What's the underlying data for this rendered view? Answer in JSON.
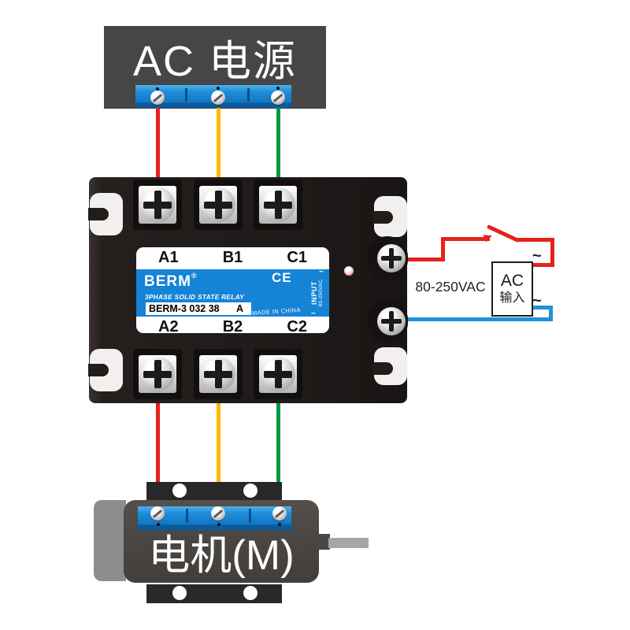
{
  "power": {
    "label": "AC 电源"
  },
  "relay": {
    "terminals_top": [
      "A1",
      "B1",
      "C1"
    ],
    "terminals_bottom": [
      "A2",
      "B2",
      "C2"
    ],
    "brand": "BERM",
    "reg_mark": "®",
    "type_line": "3PHASE SOLID STATE RELAY",
    "model": "BERM-3 032 38",
    "model_suffix": "A",
    "origin": "MADE IN CHINA",
    "ce_mark": "CE",
    "side_input_label": "INPUT",
    "side_input_range": "80-250VAC",
    "side_tilde_top": "~",
    "side_tilde_bottom": "~"
  },
  "control": {
    "voltage_label": "80-250VAC",
    "box_line1": "AC",
    "box_line2": "输入",
    "tilde_live": "~",
    "tilde_neutral": "~"
  },
  "motor": {
    "label": "电机(M)"
  },
  "colors": {
    "wire_red": "#e3231b",
    "wire_yellow": "#ffb806",
    "wire_green": "#019a44",
    "wire_blue": "#2191d6",
    "label_blue": "#1583d6",
    "terminal_strip_blue": "#1e8dd8",
    "device_black": "#221d1b",
    "power_box_gray": "#464646",
    "motor_gray": "#4b4744"
  }
}
